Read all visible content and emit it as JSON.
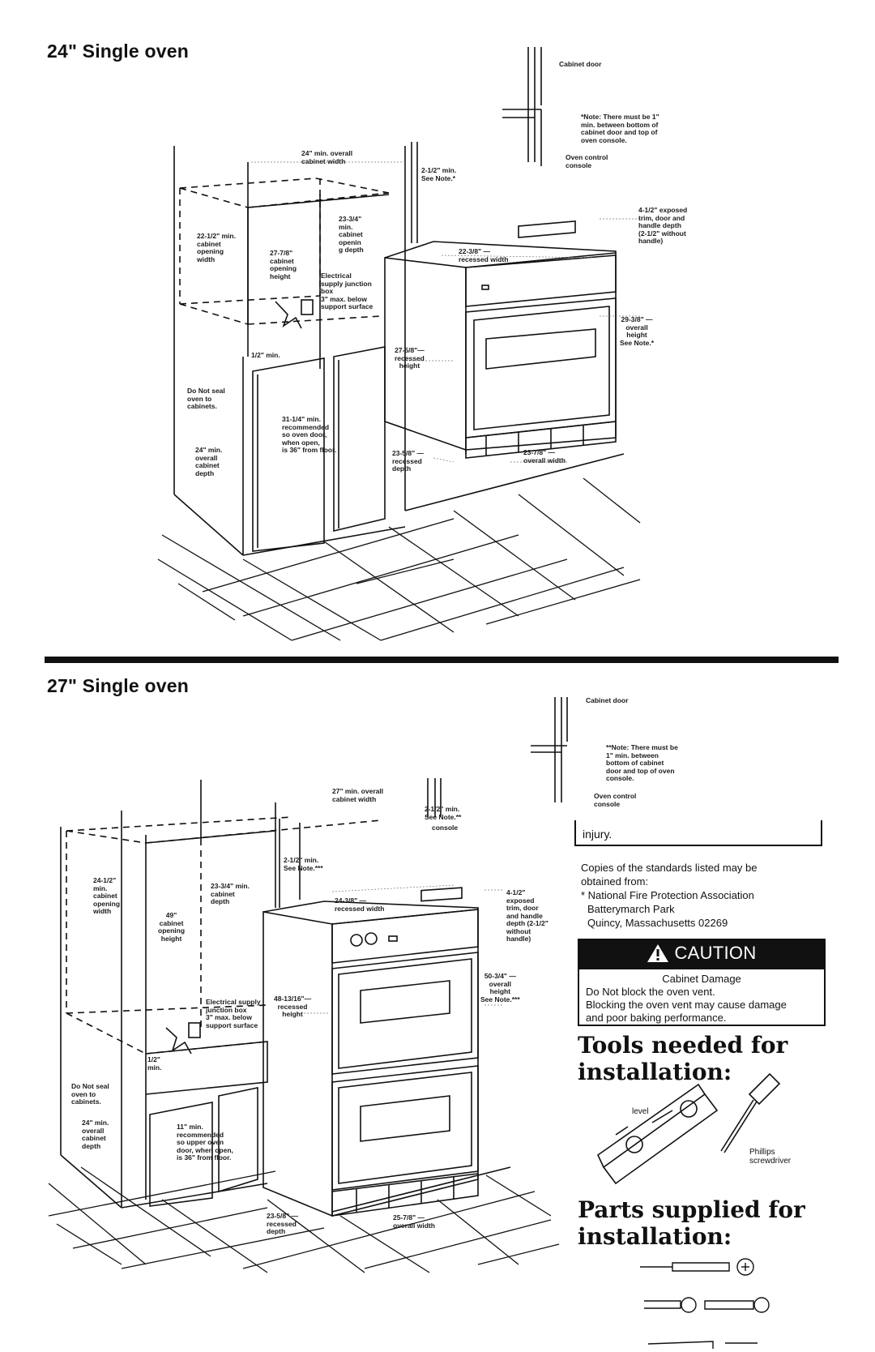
{
  "sections": {
    "oven24": {
      "title": "24\" Single oven",
      "labels": {
        "cabinet_door": "Cabinet door",
        "note": "*Note: There must be 1\"\nmin. between bottom of\ncabinet door and top of\noven console.",
        "console": "Oven control\nconsole",
        "overall_width": "24\" min. overall\ncabinet width",
        "min_212": "2-1/2\" min.\nSee Note.*",
        "exposed_trim": "4-1/2\" exposed\ntrim, door and\nhandle depth\n(2-1/2\" without\nhandle)",
        "opening_width": "22-1/2\" min.\ncabinet\nopening\nwidth",
        "cab_depth": "23-3/4\"\nmin.\ncabinet\nopenin\ng depth",
        "opening_height": "27-7/8\"\ncabinet\nopening\nheight",
        "recessed_width": "22-3/8\" —\nrecessed width",
        "junction": "Electrical\nsupply junction\nbox\n3\" max. below\nsupport surface",
        "overall_height": "29-3/8\" —\noverall\nheight\nSee Note.*",
        "half_min": "1/2\" min.",
        "recessed_height": "27-5/8\"—\nrecessed\nheight",
        "do_not_seal": "Do Not seal\noven to\ncabinets.",
        "recommended": "31-1/4\" min.\nrecommended\nso oven door,\nwhen open,\nis 36\" from floor.",
        "cabinet_depth": "24\" min.\noverall\ncabinet\ndepth",
        "recessed_depth": "23-5/8\" —\nrecessed\ndepth",
        "total_width": "23-7/8\" —\noverall width"
      }
    },
    "oven27": {
      "title": "27\" Single oven",
      "labels": {
        "cabinet_door": "Cabinet door",
        "note": "**Note: There must be\n1\" min. between\nbottom of cabinet\ndoor and top of oven\nconsole.",
        "console": "Oven control\nconsole",
        "overall_width": "27\" min. overall\ncabinet width",
        "min_212_top": "2-1/2\" min.\nSee Note.**",
        "console_small": "console",
        "min_212": "2-1/2\" min.\nSee Note.***",
        "opening_width": "24-1/2\"\nmin.\ncabinet\nopening\nwidth",
        "cab_depth": "23-3/4\" min.\ncabinet\ndepth",
        "recessed_width": "24-3/8\" —\nrecessed width",
        "exposed_trim": "4-1/2\"\nexposed\ntrim, door\nand handle\ndepth (2-1/2\"\nwithout\nhandle)",
        "opening_height": "49\"\ncabinet\nopening\nheight",
        "overall_height": "50-3/4\" —\noverall\nheight\nSee Note.***",
        "junction": "Electrical supply\njunction box\n3\" max. below\nsupport surface",
        "recessed_height": "48-13/16\"—\nrecessed\nheight",
        "half_min": "1/2\"\nmin.",
        "do_not_seal": "Do Not seal\noven to\ncabinets.",
        "cabinet_depth": "24\" min.\noverall\ncabinet\ndepth",
        "recommended": "11\" min.\nrecommended\nso upper oven\ndoor, when open,\nis 36\" from floor.",
        "recessed_depth": "23-5/8\" —\nrecessed\ndepth",
        "total_width": "25-7/8\" —\noverall width"
      }
    }
  },
  "sidebar": {
    "injury_text": "injury.",
    "copies_intro": "Copies of the standards listed may be\nobtained from:",
    "org_lines": [
      "* National Fire Protection Association",
      "Batterymarch Park",
      "Quincy, Massachusetts 02269"
    ],
    "caution": {
      "icon": "warning-triangle-icon",
      "label": "CAUTION",
      "subtitle": "Cabinet Damage",
      "line1": "Do Not block the oven vent.",
      "line2": "Blocking the oven vent may cause damage\nand poor baking performance."
    },
    "tools_heading": "Tools needed for\ninstallation:",
    "tools": {
      "level": "level",
      "screwdriver": "Phillips\nscrewdriver"
    },
    "parts_heading": "Parts supplied for\ninstallation:"
  },
  "colors": {
    "ink": "#111111",
    "caution_bg": "#111111",
    "caution_fg": "#ffffff"
  }
}
